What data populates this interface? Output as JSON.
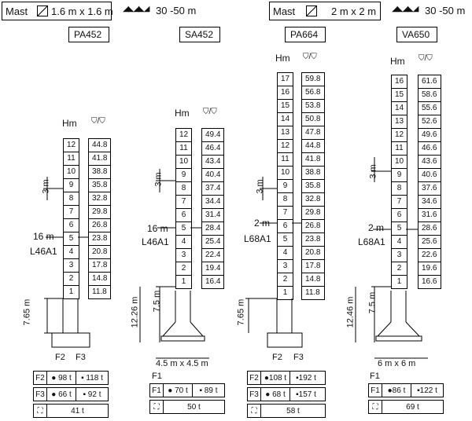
{
  "header": {
    "left": {
      "mast_label": "Mast",
      "mast_size": "1.6 m x 1.6 m",
      "height_range": "30 -50 m"
    },
    "right": {
      "mast_label": "Mast",
      "mast_size": "2 m x 2 m",
      "height_range": "30 -50 m"
    }
  },
  "models": [
    {
      "name": "PA452",
      "segments": [
        "12",
        "11",
        "10",
        "9",
        "8",
        "7",
        "6",
        "5",
        "4",
        "3",
        "2",
        "1"
      ],
      "values": [
        "44.8",
        "41.8",
        "38.8",
        "35.8",
        "32.8",
        "29.8",
        "26.8",
        "23.8",
        "20.8",
        "17.8",
        "14.8",
        "11.8"
      ],
      "hm": "Hm",
      "step": "3 m",
      "climb": "16 m",
      "tie": "L46A1",
      "base_h": "7.65 m",
      "labels": [
        "F2",
        "F3"
      ],
      "forces": [
        {
          "f": "F2",
          "a": "● 98 t",
          "b": "▪ 118 t"
        },
        {
          "f": "F3",
          "a": "● 66 t",
          "b": "▪ 92 t"
        }
      ],
      "weight": "41 t"
    },
    {
      "name": "SA452",
      "segments": [
        "12",
        "11",
        "10",
        "9",
        "8",
        "7",
        "6",
        "5",
        "4",
        "3",
        "2",
        "1"
      ],
      "values": [
        "49.4",
        "46.4",
        "43.4",
        "40.4",
        "37.4",
        "34.4",
        "31.4",
        "28.4",
        "25.4",
        "22.4",
        "19.4",
        "16.4"
      ],
      "hm": "Hm",
      "step": "3 m",
      "climb": "16 m",
      "tie": "L46A1",
      "base_h": "7.5 m",
      "total_h": "12.26 m",
      "base_size": "4.5 m x 4.5 m",
      "labels": [
        "F1"
      ],
      "forces": [
        {
          "f": "F1",
          "a": "● 70 t",
          "b": "▪ 89 t"
        }
      ],
      "weight": "50 t"
    },
    {
      "name": "PA664",
      "segments": [
        "17",
        "16",
        "15",
        "14",
        "13",
        "12",
        "11",
        "10",
        "9",
        "8",
        "7",
        "6",
        "5",
        "4",
        "3",
        "2",
        "1"
      ],
      "values": [
        "59.8",
        "56.8",
        "53.8",
        "50.8",
        "47.8",
        "44.8",
        "41.8",
        "38.8",
        "35.8",
        "32.8",
        "29.8",
        "26.8",
        "23.8",
        "20.8",
        "17.8",
        "14.8",
        "11.8"
      ],
      "hm": "Hm",
      "step": "3 m",
      "climb": "2 m",
      "tie": "L68A1",
      "base_h": "7.65 m",
      "labels": [
        "F2",
        "F3"
      ],
      "forces": [
        {
          "f": "F2",
          "a": "●108 t",
          "b": "▪192 t"
        },
        {
          "f": "F3",
          "a": "● 68 t",
          "b": "▪157 t"
        }
      ],
      "weight": "58 t"
    },
    {
      "name": "VA650",
      "segments": [
        "16",
        "15",
        "14",
        "13",
        "12",
        "11",
        "10",
        "9",
        "8",
        "7",
        "6",
        "5",
        "4",
        "3",
        "2",
        "1"
      ],
      "values": [
        "61.6",
        "58.6",
        "55.6",
        "52.6",
        "49.6",
        "46.6",
        "43.6",
        "40.6",
        "37.6",
        "34.6",
        "31.6",
        "28.6",
        "25.6",
        "22.6",
        "19.6",
        "16.6"
      ],
      "hm": "Hm",
      "step": "3 m",
      "climb": "2 m",
      "tie": "L68A1",
      "base_h": "7.5 m",
      "total_h": "12.46 m",
      "base_size": "6 m x 6 m",
      "labels": [
        "F1"
      ],
      "forces": [
        {
          "f": "F1",
          "a": "●86 t",
          "b": "▪122 t"
        }
      ],
      "weight": "69 t"
    }
  ]
}
